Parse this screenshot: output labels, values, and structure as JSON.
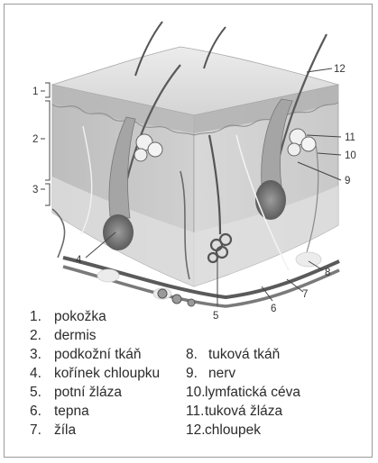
{
  "labels": {
    "l1": "1",
    "l2": "2",
    "l3": "3",
    "l4": "4",
    "l5": "5",
    "l6": "6",
    "l7": "7",
    "l8": "8",
    "l9": "9",
    "l10": "10",
    "l11": "11",
    "l12": "12"
  },
  "legend": [
    {
      "num": "1.",
      "text": "pokožka"
    },
    {
      "num": "2.",
      "text": "dermis"
    },
    {
      "num": "3.",
      "text": "podkožní tkáň"
    },
    {
      "num": "4.",
      "text": "kořínek chloupku"
    },
    {
      "num": "5.",
      "text": "potní žláza"
    },
    {
      "num": "6.",
      "text": "tepna"
    },
    {
      "num": "7.",
      "text": "žíla"
    },
    {
      "num": "8.",
      "text": "tuková tkáň"
    },
    {
      "num": "9.",
      "text": "nerv"
    },
    {
      "num": "10.",
      "text": "lymfatická céva"
    },
    {
      "num": "11.",
      "text": "tuková žláza"
    },
    {
      "num": "12.",
      "text": "chloupek"
    }
  ],
  "colors": {
    "epidermis": "#d9d9d9",
    "dermis": "#c4c4c4",
    "subcutis": "#e2e2e2",
    "vessel": "#5a5a5a",
    "line": "#444444"
  }
}
